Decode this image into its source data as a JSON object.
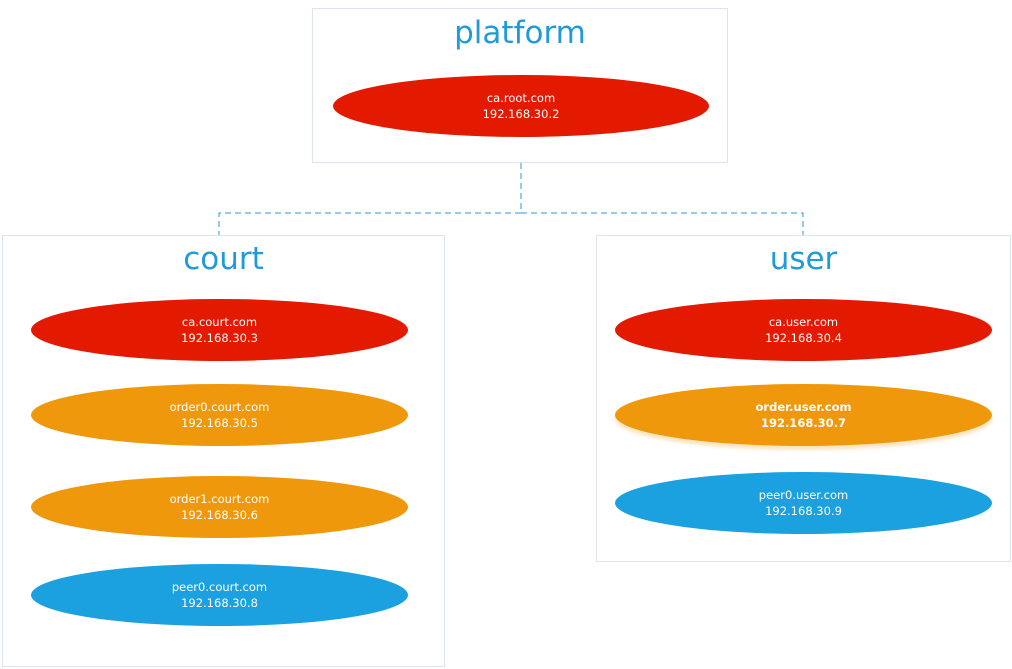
{
  "colors": {
    "ca": "#e31a00",
    "order": "#f0980c",
    "peer": "#1ca1e0",
    "title": "#1f9bd8",
    "border": "#dbe4f0",
    "connector": "#2a9bd6"
  },
  "groups": {
    "platform": {
      "title": "platform",
      "nodes": [
        {
          "role": "ca",
          "host": "ca.root.com",
          "ip": "192.168.30.2"
        }
      ]
    },
    "court": {
      "title": "court",
      "nodes": [
        {
          "role": "ca",
          "host": "ca.court.com",
          "ip": "192.168.30.3"
        },
        {
          "role": "order",
          "host": "order0.court.com",
          "ip": "192.168.30.5"
        },
        {
          "role": "order",
          "host": "order1.court.com",
          "ip": "192.168.30.6"
        },
        {
          "role": "peer",
          "host": "peer0.court.com",
          "ip": "192.168.30.8"
        }
      ]
    },
    "user": {
      "title": "user",
      "nodes": [
        {
          "role": "ca",
          "host": "ca.user.com",
          "ip": "192.168.30.4"
        },
        {
          "role": "order",
          "host": "order.user.com",
          "ip": "192.168.30.7"
        },
        {
          "role": "peer",
          "host": "peer0.user.com",
          "ip": "192.168.30.9"
        }
      ]
    }
  }
}
